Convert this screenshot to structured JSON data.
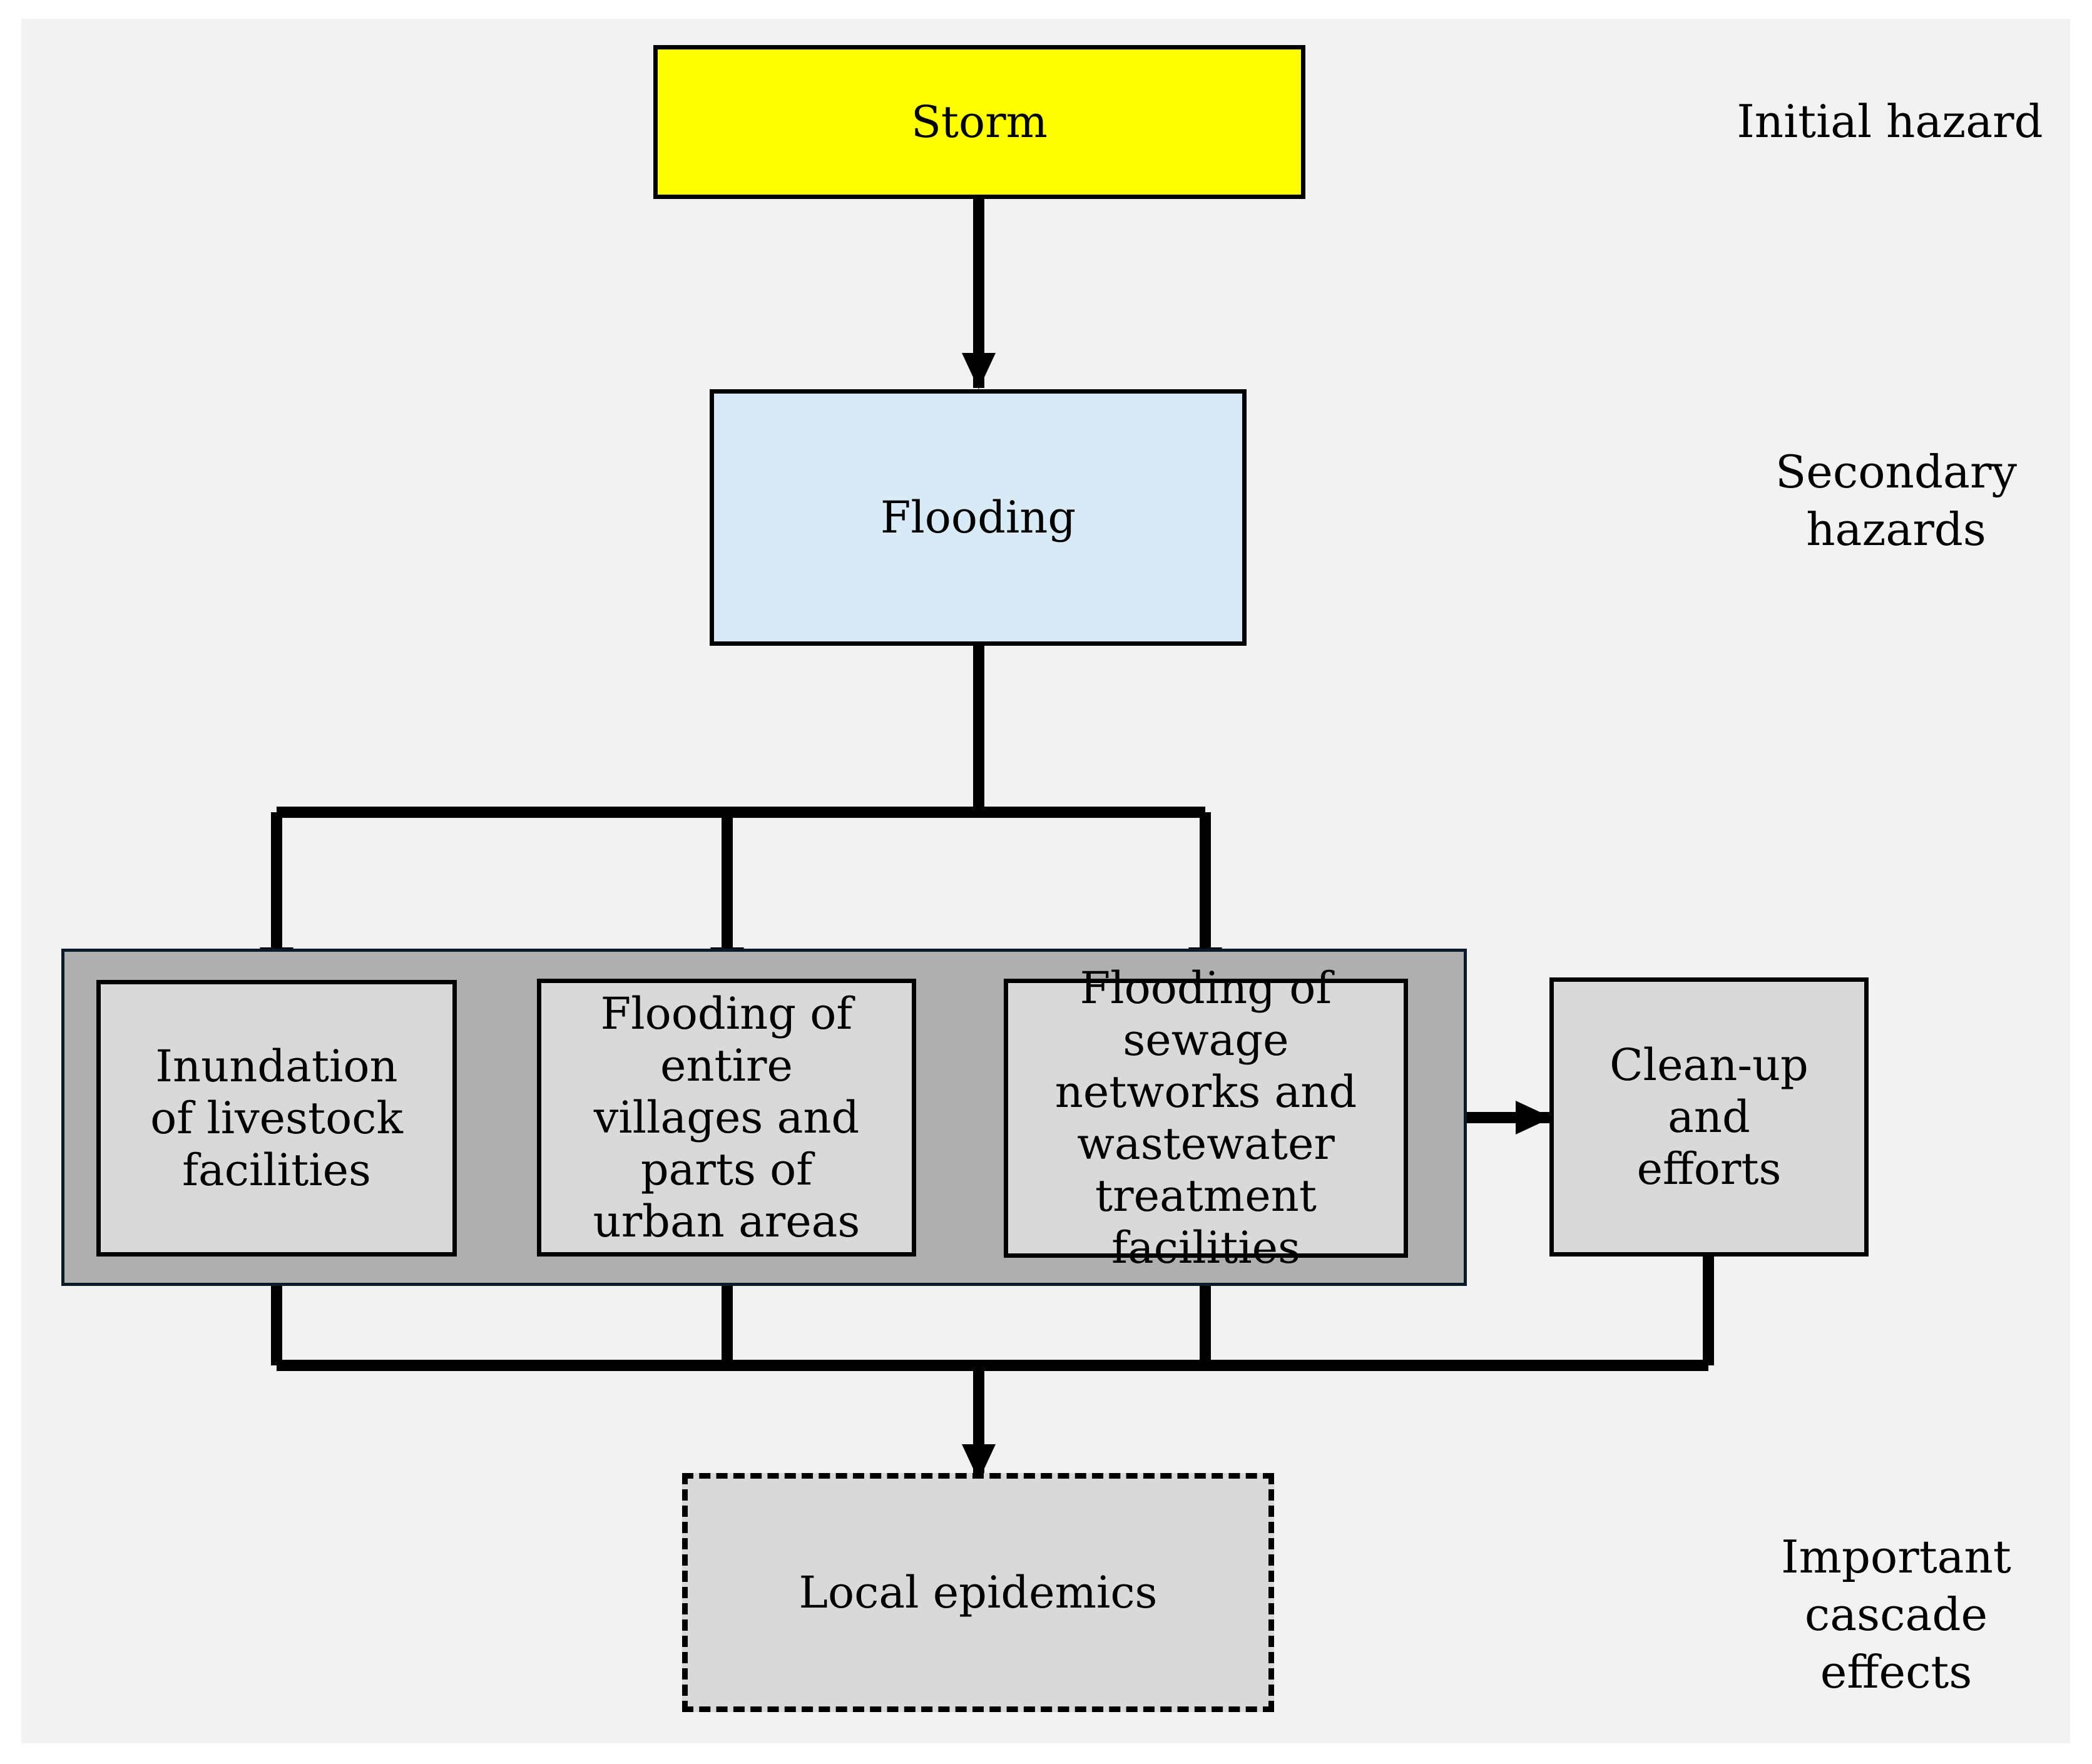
{
  "diagram": {
    "colors": {
      "background": "#f2f2f2",
      "storm_fill": "#ffff00",
      "flooding_fill": "#d9eaf7",
      "impact_fill": "#d9d9d9",
      "group_fill": "#afafaf",
      "outcome_fill": "#d9d9d9",
      "line": "#000000"
    },
    "nodes": {
      "storm": "Storm",
      "flooding": "Flooding",
      "livestock": "Inundation of livestock facilities",
      "villages": "Flooding of entire villages and parts of urban areas",
      "sewage": "Flooding of sewage networks and wastewater treatment facilities",
      "cleanup": "Clean-up and efforts",
      "epidemics": "Local epidemics"
    },
    "levels": {
      "initial": "Initial hazard",
      "secondary": "Secondary hazards",
      "cascade": "Important cascade effects"
    },
    "edges": [
      {
        "from": "storm",
        "to": "flooding"
      },
      {
        "from": "flooding",
        "to": "livestock"
      },
      {
        "from": "flooding",
        "to": "villages"
      },
      {
        "from": "flooding",
        "to": "sewage"
      },
      {
        "from": "impact-group",
        "to": "cleanup"
      },
      {
        "from": "livestock",
        "to": "epidemics"
      },
      {
        "from": "villages",
        "to": "epidemics"
      },
      {
        "from": "sewage",
        "to": "epidemics"
      },
      {
        "from": "cleanup",
        "to": "epidemics"
      }
    ]
  }
}
